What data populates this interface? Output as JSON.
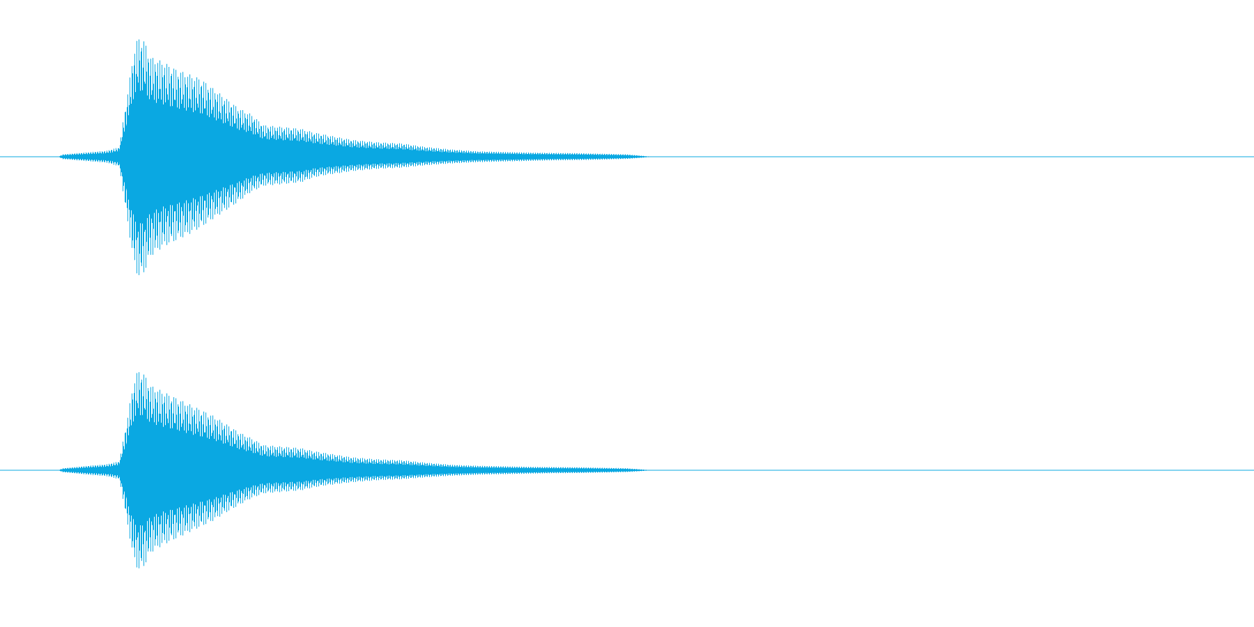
{
  "chart_data": {
    "type": "area",
    "title": "",
    "xlabel": "",
    "ylabel": "",
    "grid": false,
    "legend": "none",
    "ylim": [
      -1,
      1
    ],
    "color": "#0aa8e2",
    "channels": [
      {
        "envelope_x": [
          0.0,
          0.046,
          0.05,
          0.085,
          0.095,
          0.098,
          0.102,
          0.106,
          0.11,
          0.115,
          0.12,
          0.13,
          0.14,
          0.15,
          0.16,
          0.17,
          0.18,
          0.19,
          0.2,
          0.21,
          0.22,
          0.23,
          0.24,
          0.25,
          0.26,
          0.28,
          0.3,
          0.32,
          0.34,
          0.36,
          0.38,
          0.4,
          0.42,
          0.44,
          0.46,
          0.48,
          0.5,
          0.51,
          0.52,
          1.0
        ],
        "envelope_top": [
          0.0,
          0.0,
          0.02,
          0.05,
          0.08,
          0.3,
          0.55,
          0.85,
          0.99,
          0.95,
          0.82,
          0.78,
          0.72,
          0.68,
          0.64,
          0.56,
          0.48,
          0.4,
          0.35,
          0.26,
          0.25,
          0.24,
          0.23,
          0.2,
          0.18,
          0.14,
          0.12,
          0.11,
          0.08,
          0.06,
          0.045,
          0.04,
          0.035,
          0.032,
          0.03,
          0.025,
          0.02,
          0.01,
          0.0,
          0.0
        ],
        "envelope_bottom": [
          0.0,
          0.0,
          -0.02,
          -0.05,
          -0.08,
          -0.3,
          -0.57,
          -0.85,
          -1.0,
          -0.95,
          -0.82,
          -0.74,
          -0.69,
          -0.64,
          -0.58,
          -0.51,
          -0.44,
          -0.37,
          -0.29,
          -0.24,
          -0.23,
          -0.22,
          -0.21,
          -0.17,
          -0.15,
          -0.12,
          -0.1,
          -0.09,
          -0.07,
          -0.055,
          -0.045,
          -0.04,
          -0.035,
          -0.03,
          -0.028,
          -0.024,
          -0.018,
          -0.01,
          0.0,
          0.0
        ]
      },
      {
        "envelope_x": [
          0.0,
          0.046,
          0.05,
          0.07,
          0.085,
          0.095,
          0.098,
          0.102,
          0.106,
          0.11,
          0.115,
          0.12,
          0.13,
          0.14,
          0.15,
          0.16,
          0.17,
          0.18,
          0.19,
          0.2,
          0.21,
          0.22,
          0.23,
          0.24,
          0.25,
          0.26,
          0.28,
          0.3,
          0.32,
          0.34,
          0.36,
          0.38,
          0.4,
          0.42,
          0.44,
          0.46,
          0.48,
          0.5,
          0.51,
          0.52,
          1.0
        ],
        "envelope_top": [
          0.0,
          0.0,
          0.02,
          0.045,
          0.06,
          0.09,
          0.3,
          0.56,
          0.87,
          1.0,
          0.95,
          0.84,
          0.78,
          0.72,
          0.66,
          0.6,
          0.54,
          0.46,
          0.38,
          0.32,
          0.25,
          0.24,
          0.23,
          0.22,
          0.19,
          0.17,
          0.13,
          0.11,
          0.1,
          0.075,
          0.055,
          0.045,
          0.04,
          0.035,
          0.032,
          0.03,
          0.025,
          0.02,
          0.01,
          0.0,
          0.0
        ],
        "envelope_bottom": [
          0.0,
          0.0,
          -0.02,
          -0.045,
          -0.06,
          -0.09,
          -0.3,
          -0.58,
          -0.87,
          -1.0,
          -0.95,
          -0.82,
          -0.74,
          -0.68,
          -0.62,
          -0.56,
          -0.5,
          -0.42,
          -0.35,
          -0.28,
          -0.23,
          -0.22,
          -0.21,
          -0.2,
          -0.17,
          -0.15,
          -0.12,
          -0.1,
          -0.09,
          -0.07,
          -0.055,
          -0.045,
          -0.04,
          -0.035,
          -0.03,
          -0.028,
          -0.024,
          -0.018,
          -0.01,
          0.0,
          0.0
        ]
      }
    ]
  }
}
